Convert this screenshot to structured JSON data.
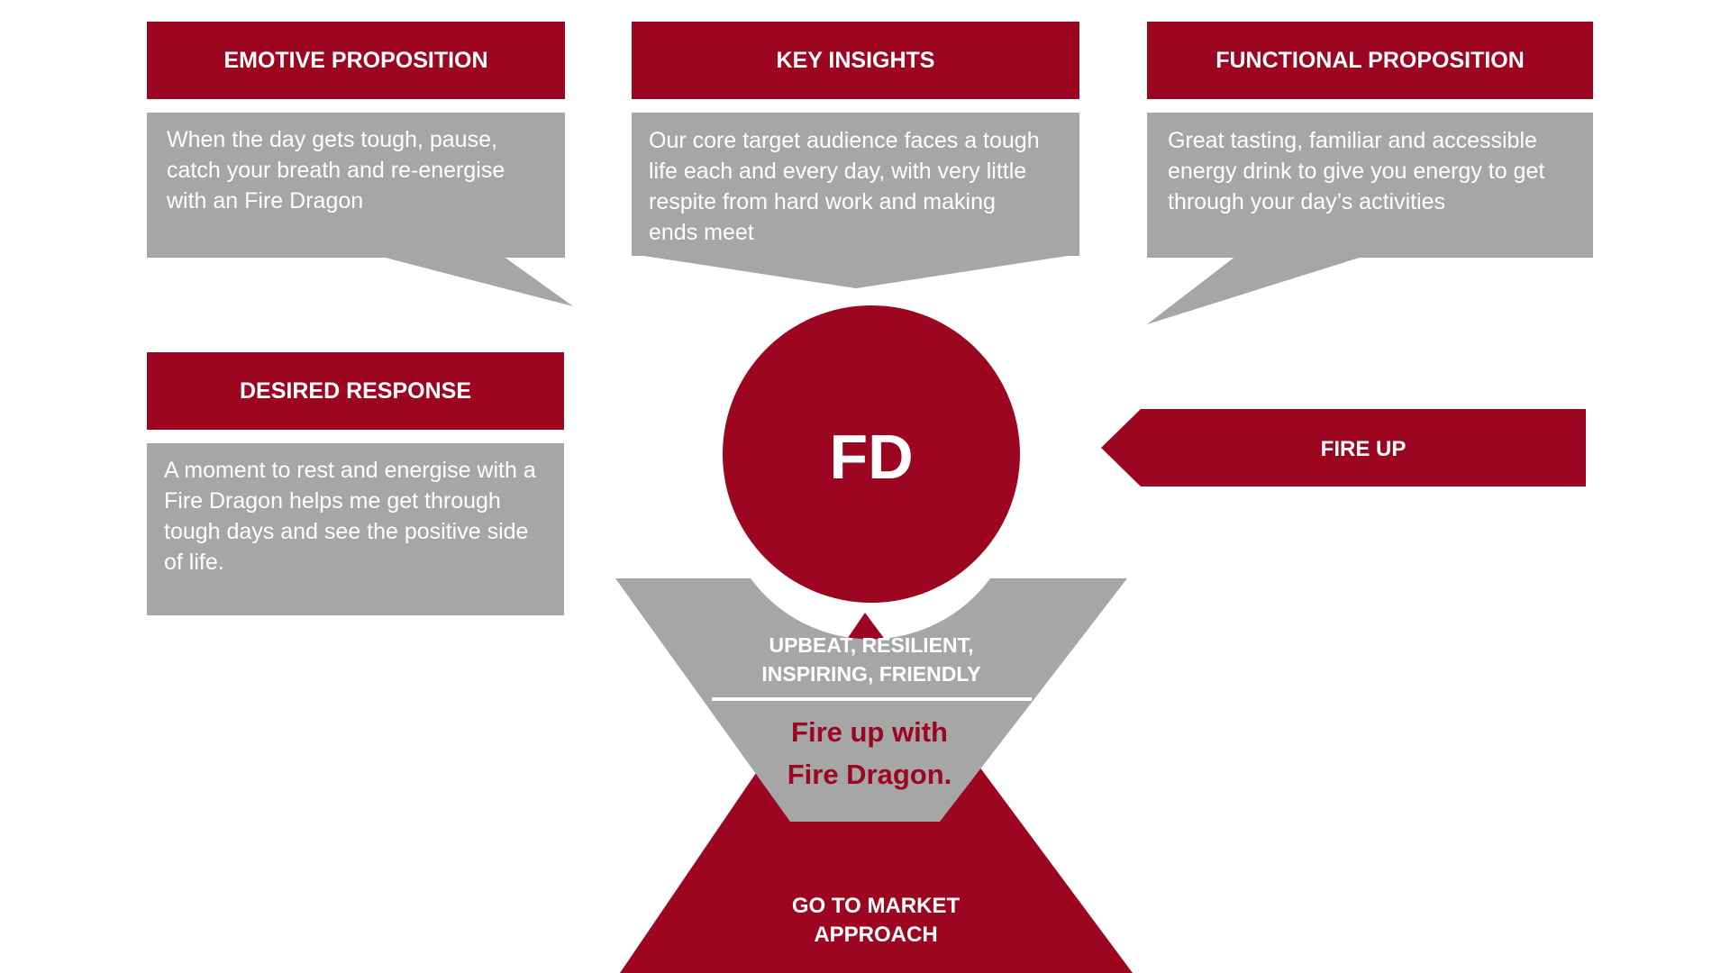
{
  "colors": {
    "accent": "#9c0620",
    "gray": "#a6a6a6",
    "white": "#ffffff"
  },
  "emotive": {
    "title": "EMOTIVE PROPOSITION",
    "body": "When the day gets tough, pause, catch your breath and  re-energise with an Fire Dragon"
  },
  "insights": {
    "title": "KEY INSIGHTS",
    "body": "Our core target audience faces a tough life each and every day, with very little respite from hard work and making ends meet"
  },
  "functional": {
    "title": "FUNCTIONAL PROPOSITION",
    "body": "Great tasting, familiar and accessible energy drink to  give you energy to get through your day’s activities"
  },
  "desired": {
    "title": "DESIRED RESPONSE",
    "body": "A moment to rest and energise with a Fire Dragon helps me get through tough days and see the positive side of life."
  },
  "brand_mark": "FD",
  "fire_up": "FIRE UP",
  "personality": {
    "line1": "UPBEAT, RESILIENT,",
    "line2": "INSPIRING, FRIENDLY"
  },
  "tagline": {
    "line1": "Fire up with",
    "line2": "Fire Dragon."
  },
  "go_to_market": {
    "line1": "GO TO MARKET",
    "line2": "APPROACH"
  }
}
